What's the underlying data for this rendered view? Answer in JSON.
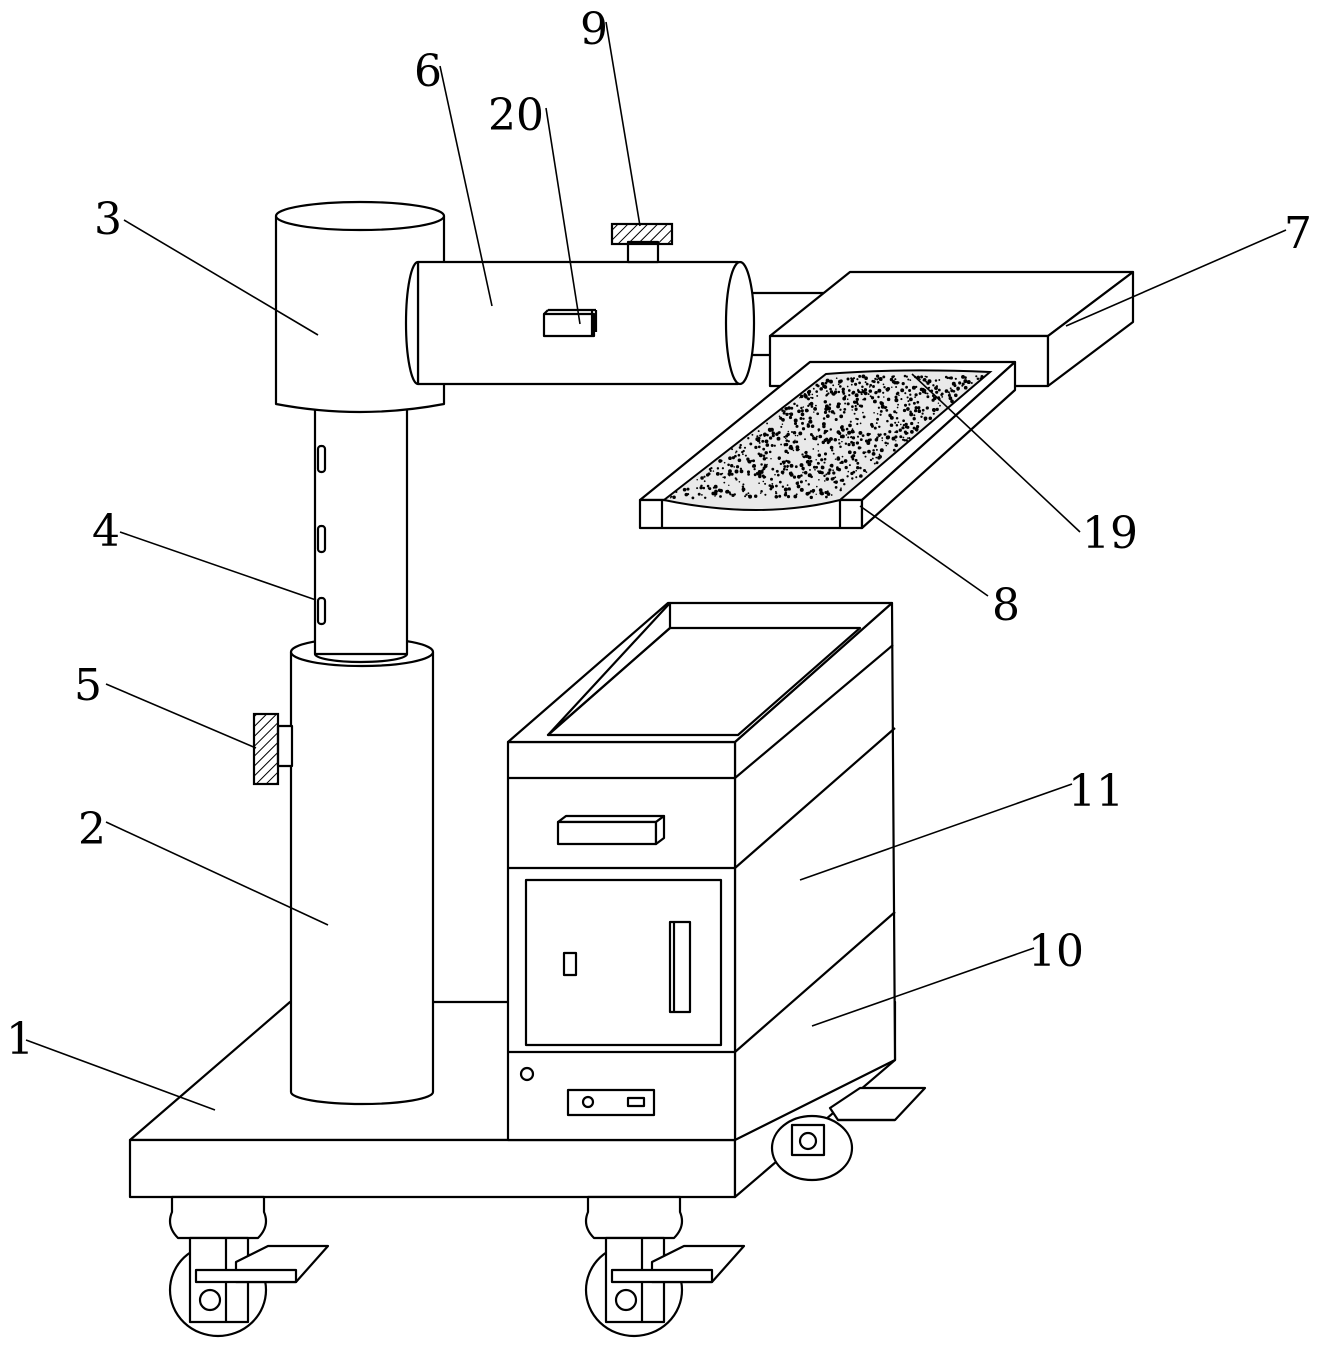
{
  "labels": [
    {
      "key": "1",
      "text": "1"
    },
    {
      "key": "2",
      "text": "2"
    },
    {
      "key": "3",
      "text": "3"
    },
    {
      "key": "4",
      "text": "4"
    },
    {
      "key": "5",
      "text": "5"
    },
    {
      "key": "6",
      "text": "6"
    },
    {
      "key": "7",
      "text": "7"
    },
    {
      "key": "8",
      "text": "8"
    },
    {
      "key": "9",
      "text": "9"
    },
    {
      "key": "10",
      "text": "10"
    },
    {
      "key": "11",
      "text": "11"
    },
    {
      "key": "19",
      "text": "19"
    },
    {
      "key": "20",
      "text": "20"
    }
  ],
  "colors": {
    "line": "#000000",
    "background": "#ffffff"
  }
}
